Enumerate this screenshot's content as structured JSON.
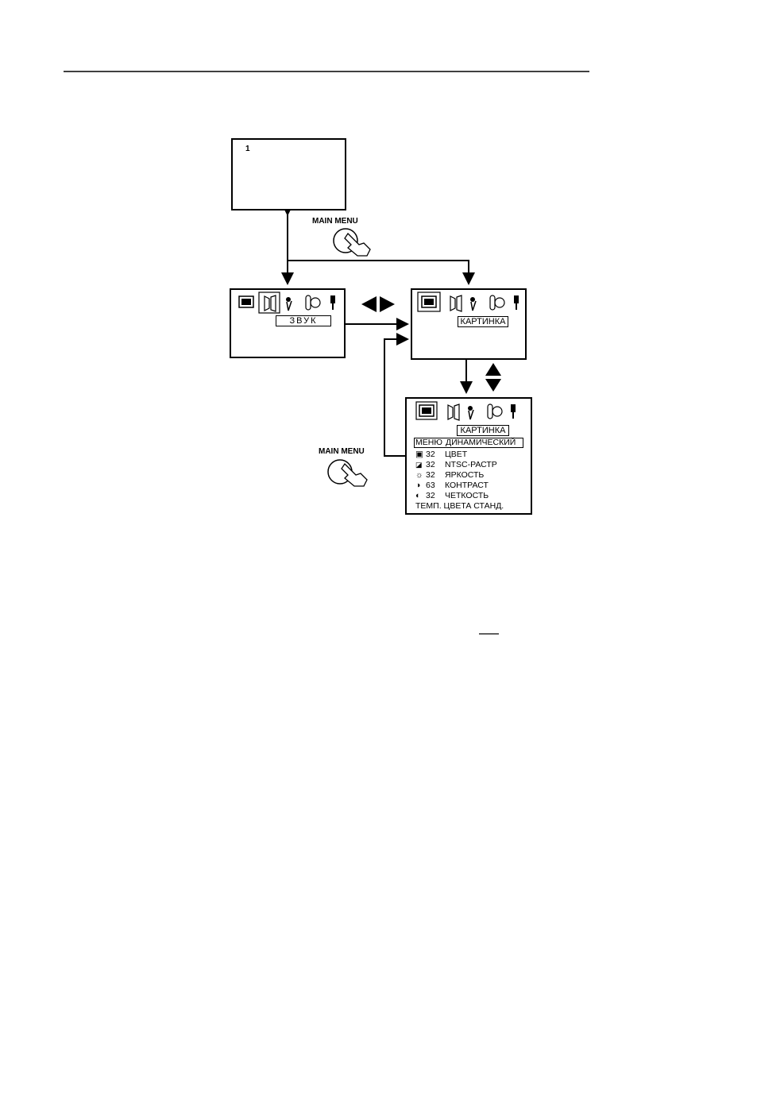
{
  "top_screen": {
    "channel": "1"
  },
  "buttons": {
    "main_menu_label": "MAIN MENU"
  },
  "sound_screen": {
    "title": "ЗВУК"
  },
  "picture_screen": {
    "title": "КАРТИНКА"
  },
  "picture_menu": {
    "title": "КАРТИНКА",
    "mode_label": "МЕНЮ",
    "mode_value": "ДИНАМИЧЕСКИЙ",
    "items": [
      {
        "icon": "color-icon",
        "value": "32",
        "label": "ЦВЕТ"
      },
      {
        "icon": "tint-icon",
        "value": "32",
        "label": "NTSC-РАСТР"
      },
      {
        "icon": "brightness-icon",
        "value": "32",
        "label": "ЯРКОСТЬ"
      },
      {
        "icon": "contrast-icon",
        "value": "63",
        "label": "КОНТРАСТ"
      },
      {
        "icon": "sharpness-icon",
        "value": "32",
        "label": "ЧЕТКОСТЬ"
      }
    ],
    "color_temp": "ТЕМП. ЦВЕТА СТАНД."
  }
}
